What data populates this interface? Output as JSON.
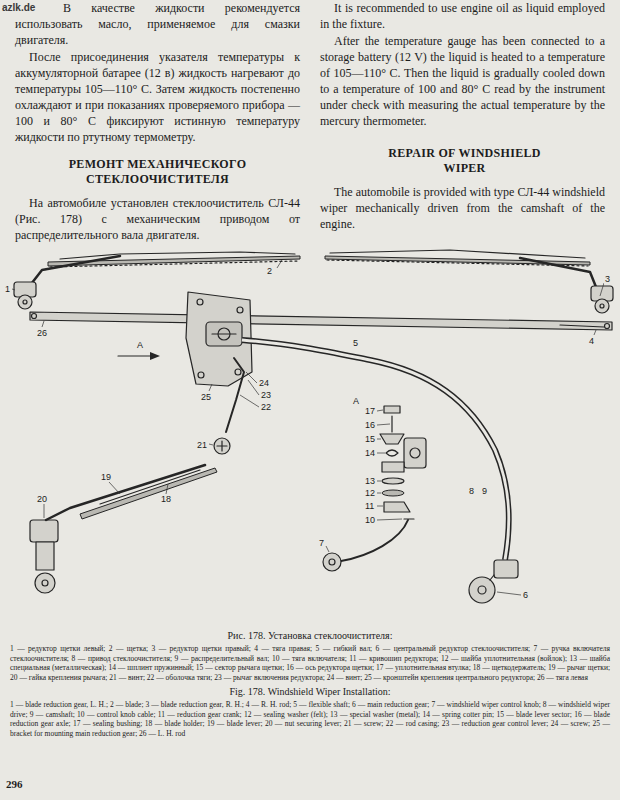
{
  "diagram": {
    "title": "РЕМОНТ МЕХАНИЧЕСКОГО СТЕКЛООЧИСТИТЕЛЯ",
    "caption": "Рис. 178. Установка стеклоочистителя:",
    "labels": [
      "azlk.de",
      "В качестве жидкости рекомендуется использовать масло, применяемое для смазки двигателя.",
      "После присоединения указателя температуры к аккумуляторной батарее (12 в) жидкость нагревают до температуры 105—110° С. Затем жидкость постепенно охлаждают и при показаниях проверяемого прибора — 100 и 80° С фиксируют истинную температуру жидкости по ртутному термометру.",
      "It is recommended to use engine oil as liquid employed in the fixture.",
      "After the temperature gauge has been connected to a storage battery (12 V) the liquid is heated to a temperature of 105—110° C. Then the liquid is gradually cooled down to a temperature of 100 and 80° C read by the instrument under check with measuring the actual temperature by the mercury thermometer.",
      "REPAIR OF WINDSHIELD WIPER",
      "На автомобиле установлен стеклоочиститель СЛ-44 (Рис. 178) с механическим приводом от распределительного вала двигателя.",
      "The automobile is provided with type СЛ-44 windshield wiper mechanically driven from the camshaft of the engine.",
      "1",
      "2",
      "3",
      "4",
      "26",
      "5",
      "А",
      "25",
      "24",
      "23",
      "22",
      "А",
      "17",
      "16",
      "15",
      "14",
      "13",
      "12",
      "11",
      "10",
      "8",
      "9",
      "7",
      "6",
      "21",
      "19",
      "18",
      "20",
      "Fig. 178. Windshield Wiper Installation:",
      "1 — редуктор щетки левый; 2 — щетка; 3 — редуктор щетки правый; 4 — тяга правая; 5 — гибкий вал; 6 — центральный редуктор стеклоочистителя; 7 — ручка включателя стеклоочистителя; 8 — привод стеклоочистителя; 9 — распределительный вал; 10 — тяга включателя; 11 — кривошип редуктора; 12 — шайба уплотнительная (войлок); 13 — шайба специальная (металлическая); 14 — шплинт пружинный; 15 — сектор рычага щетки; 16 — ось редуктора щетки; 17 — уплотнительная втулка; 18 — щеткодержатель; 19 — рычаг щетки; 20 — гайка крепления рычага; 21 — винт; 22 — оболочка тяги; 23 — рычаг включения редуктора; 24 — винт; 25 — кронштейн крепления центрального редуктора; 26 — тяга левая",
      "1 — blade reduction gear, L. H.; 2 — blade; 3 — blade reduction gear, R. H.; 4 — R. H. rod; 5 — flexible shaft; 6 — main reduction gear; 7 — windshield wiper control knob; 8 — windshield wiper drive; 9 — camshaft; 10 — control knob cable; 11 — reduction gear crank; 12 — sealing washer (felt); 13 — special washer (metal); 14 — spring cotter pin; 15 — blade lever sector; 16 — blade reduction gear axle; 17 — sealing bushing; 18 — blade holder; 19 — blade lever; 20 — nut securing lever; 21 — screw; 22 — rod casing; 23 — reduction gear control lever; 24 — screw; 25 — bracket for mounting main reduction gear; 26 — L. H. rod",
      "296"
    ]
  }
}
